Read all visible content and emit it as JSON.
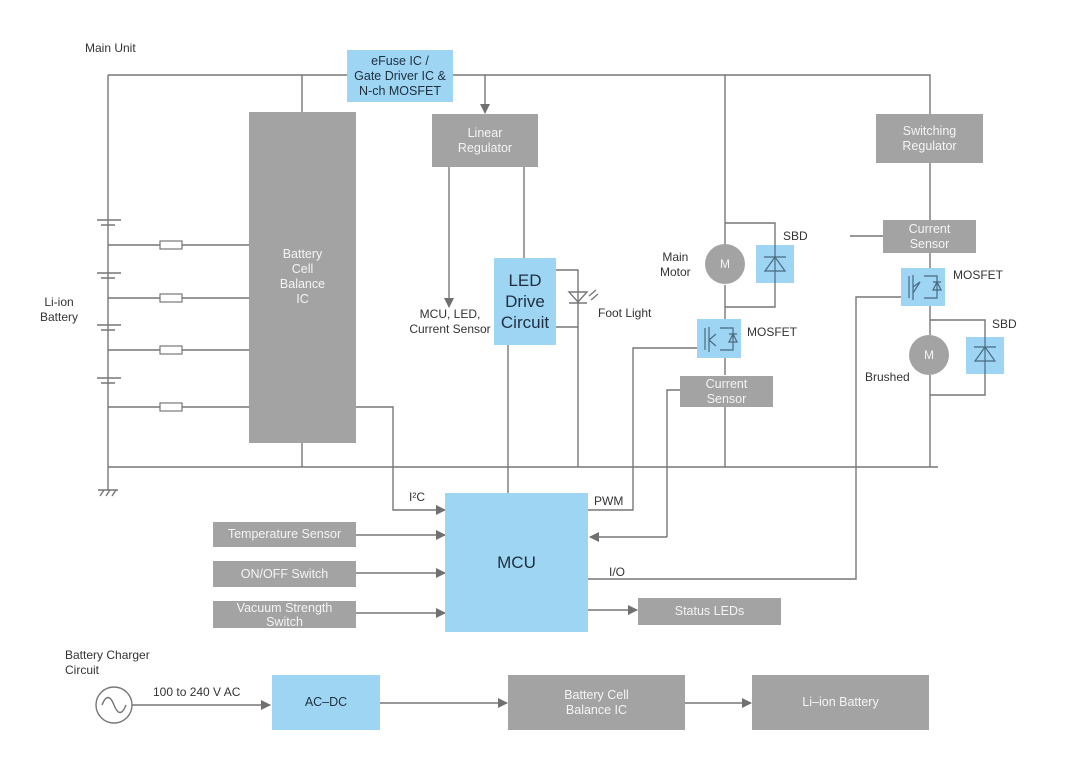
{
  "main_unit": {
    "title": "Main Unit",
    "battery_label": "Li-ion\nBattery",
    "efuse": "eFuse IC /\nGate Driver IC &\nN-ch MOSFET",
    "linear_regulator": "Linear\nRegulator",
    "switching_regulator": "Switching\nRegulator",
    "cell_balance_ic": "Battery\nCell\nBalance\nIC",
    "led_drive": "LED\nDrive\nCircuit",
    "foot_light": "Foot Light",
    "linear_out_label": "MCU, LED,\nCurrent Sensor",
    "main_motor_label": "Main\nMotor",
    "motor_symbol": "M",
    "sbd_label": "SBD",
    "mosfet_label": "MOSFET",
    "current_sensor": "Current\nSensor",
    "brushed_label": "Brushed",
    "mcu": "MCU",
    "i2c_label": "I²C",
    "pwm_label": "PWM",
    "io_label": "I/O",
    "inputs": [
      "Temperature Sensor",
      "ON/OFF Switch",
      "Vacuum Strength\nSwitch"
    ],
    "status_leds": "Status LEDs"
  },
  "charger": {
    "title": "Battery Charger\nCircuit",
    "ac_label": "100 to 240 V AC",
    "acdc": "AC–DC",
    "balance_ic": "Battery Cell\nBalance IC",
    "battery": "Li–ion Battery"
  },
  "colors": {
    "gray_block": "#a3a3a3",
    "blue_block": "#9dd5f3",
    "wire": "#777777"
  }
}
